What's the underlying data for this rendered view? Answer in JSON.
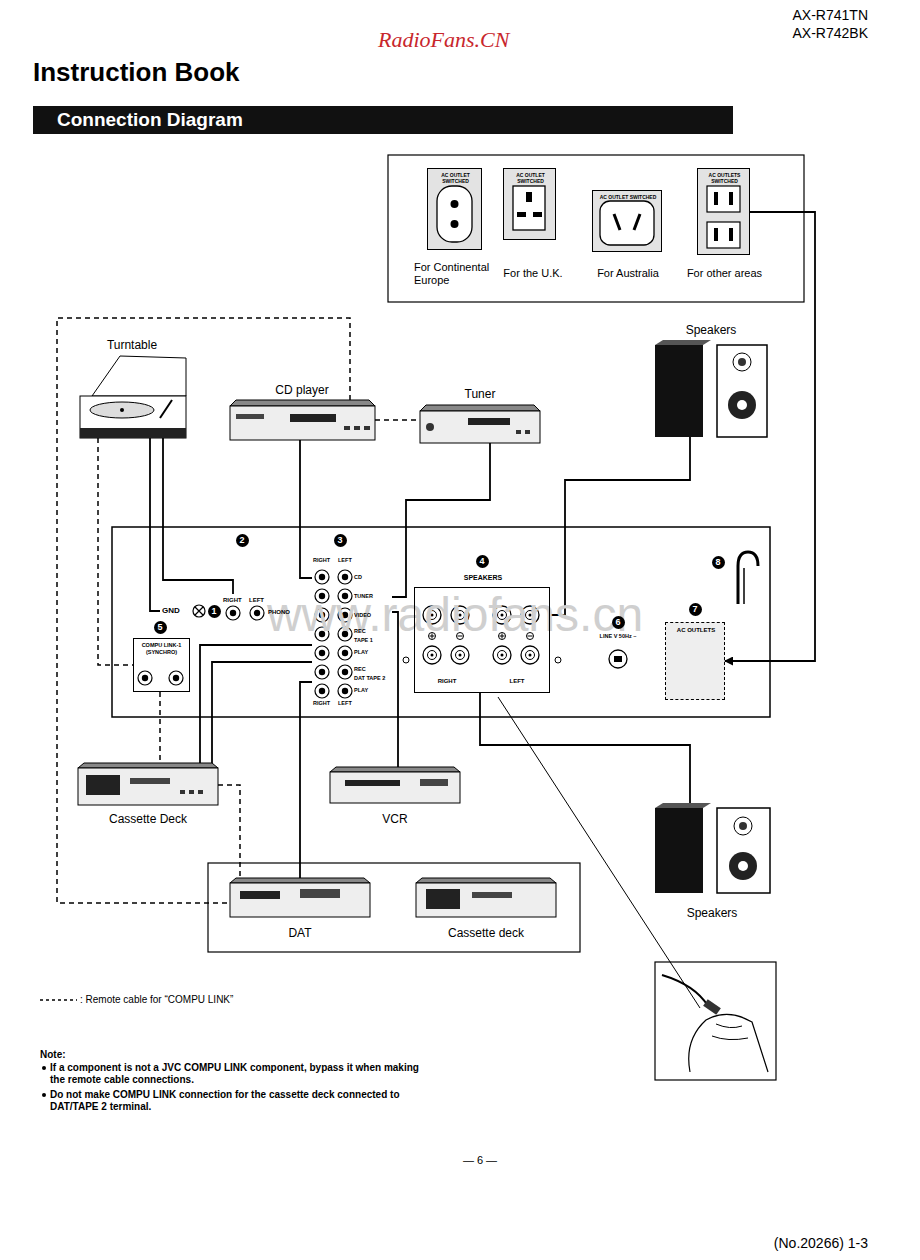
{
  "diagram": {
    "title": "Instruction Book",
    "nodes": [
      {
        "text": [
          "Connection Diagram"
        ]
      },
      {
        "text": [
          "AC OUTLET SWITCHED",
          "For Continental Europe"
        ]
      },
      {
        "text": [
          "AC OUTLET SWITCHED",
          "For the U.K."
        ]
      },
      {
        "text": [
          "AC OUTLET SWITCHED",
          "For Australia"
        ]
      },
      {
        "text": [
          "AC OUTLETS SWITCHED",
          "For other areas"
        ]
      },
      {
        "text": [
          "Turntable"
        ]
      },
      {
        "text": [
          "CD player"
        ]
      },
      {
        "text": [
          "Tuner"
        ]
      },
      {
        "text": [
          "Speakers"
        ]
      },
      {
        "text": [
          "GND"
        ]
      },
      {
        "text": [
          "RIGHT",
          "LEFT",
          "PHONO"
        ]
      },
      {
        "text": [
          "COMPU LINK-1 (SYNCHRO)"
        ]
      },
      {
        "text": [
          "RIGHT",
          "LEFT",
          "CD",
          "TUNER",
          "VIDEO",
          "REC",
          "TAPE 1",
          "PLAY",
          "REC",
          "DAT TAPE 2",
          "PLAY",
          "RIGHT",
          "LEFT"
        ]
      },
      {
        "text": [
          "SPEAKERS",
          "RIGHT",
          "LEFT"
        ]
      },
      {
        "text": [
          "LINE V 50Hz ~"
        ]
      },
      {
        "text": [
          "AC OUTLETS"
        ]
      },
      {
        "text": [
          "Cassette Deck"
        ]
      },
      {
        "text": [
          "VCR"
        ]
      },
      {
        "text": [
          "DAT"
        ]
      },
      {
        "text": [
          "Cassette deck"
        ]
      },
      {
        "text": [
          "Speakers"
        ]
      }
    ],
    "edges": [
      {
        "from": 5,
        "to": 10,
        "arrow": "none"
      },
      {
        "from": 5,
        "to": 9,
        "arrow": "none"
      },
      {
        "from": 6,
        "to": 12,
        "arrow": "none"
      },
      {
        "from": 7,
        "to": 12,
        "arrow": "none"
      },
      {
        "from": 17,
        "to": 12,
        "arrow": "none"
      },
      {
        "from": 16,
        "to": 12,
        "arrow": "none"
      },
      {
        "from": 16,
        "to": 12,
        "arrow": "none"
      },
      {
        "from": 18,
        "to": 12,
        "arrow": "none"
      },
      {
        "from": 8,
        "to": 13,
        "arrow": "none"
      },
      {
        "from": 20,
        "to": 13,
        "arrow": "none"
      },
      {
        "from": 4,
        "to": 15,
        "arrow": "to"
      },
      {
        "from": 6,
        "to": 7,
        "arrow": "none"
      },
      {
        "from": 6,
        "to": 18,
        "arrow": "none"
      },
      {
        "from": 5,
        "to": 11,
        "arrow": "none"
      },
      {
        "from": 11,
        "to": 16,
        "arrow": "none"
      },
      {
        "from": 16,
        "to": 18,
        "arrow": "none"
      }
    ],
    "labels": [
      "AX-R741TN",
      "AX-R742BK",
      "RadioFans.CN",
      "www.radiofans.cn",
      "1",
      "2",
      "3",
      "4",
      "5",
      "6",
      "7",
      "8",
      "Note:",
      "If a component is not a JVC COMPU LINK component, bypass it when making the remote cable connections.",
      "Do not make COMPU LINK connection for the cassette deck connected to DAT/TAPE 2 terminal.",
      "— 6 —",
      "(No.20266) 1-3"
    ],
    "legend": [
      {
        "text": ": Remote cable for “COMPU LINK”"
      }
    ]
  }
}
